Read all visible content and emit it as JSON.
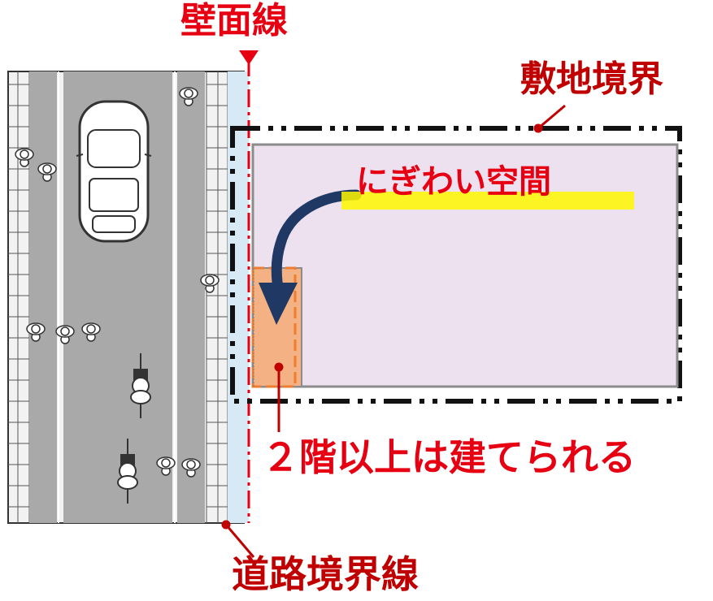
{
  "labels": {
    "wall_line": "壁面線",
    "site_boundary": "敷地境界",
    "lively_space": "にぎわい空間",
    "upper_floors": "２階以上は建てられる",
    "road_boundary_line": "道路境界線"
  },
  "colors": {
    "red_label": "#e60012",
    "dark_red_label": "#c00000",
    "highlight": "#fff700",
    "building_fill": "#ede1ef",
    "frontage_fill": "#f4b183",
    "arrow": "#1f3864",
    "setback_fill": "#d6e9f5",
    "road": "#a9a9a9",
    "sidewalk": "#f2f2f2"
  },
  "icons": [
    "car-icon",
    "pedestrian-icon",
    "bicycle-icon",
    "arrow-icon"
  ]
}
